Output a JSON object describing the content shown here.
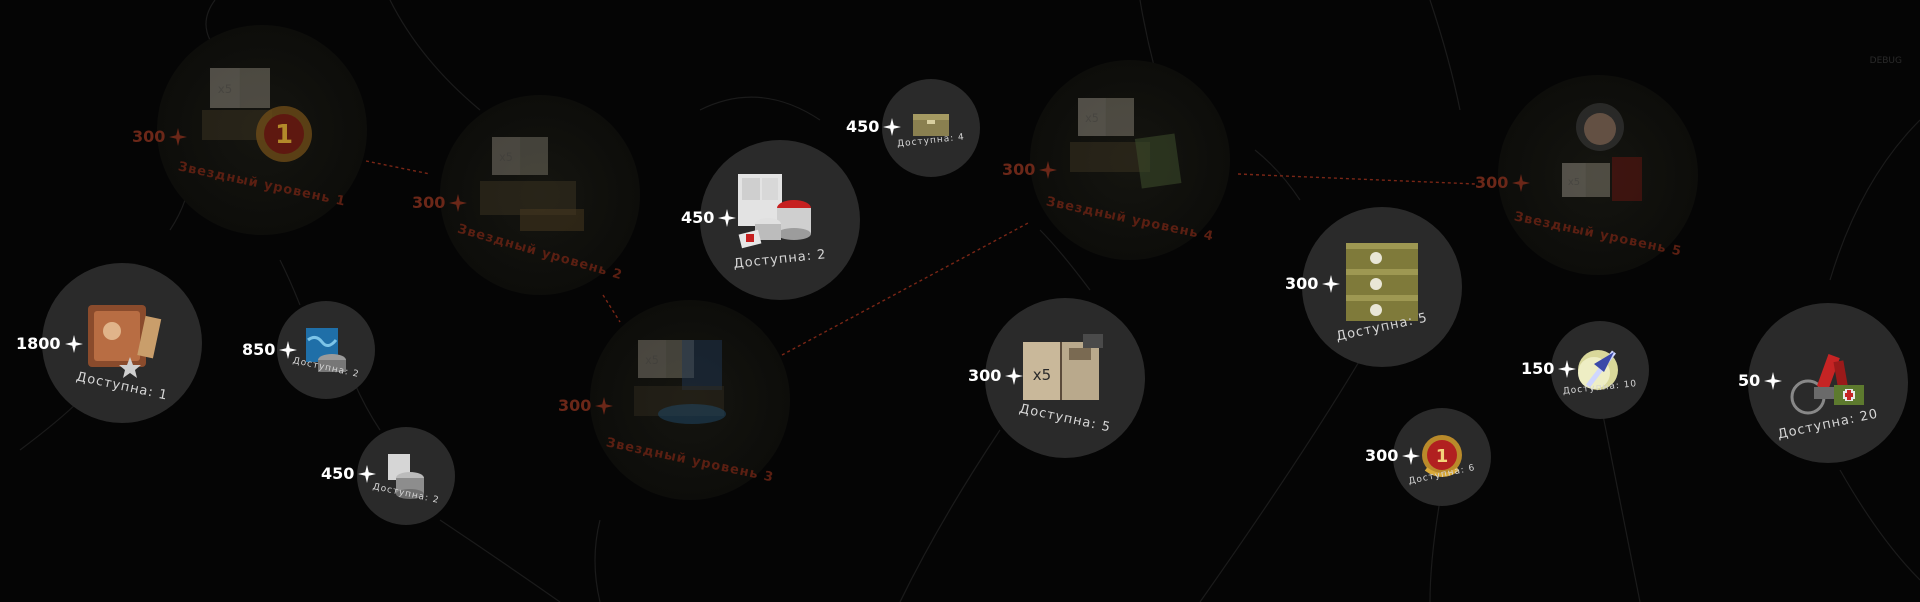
{
  "currency_icon": "star-sparkle-icon",
  "colors": {
    "background": "#050505",
    "active_node": "#2a2a2a",
    "locked_label": "#5b1f12",
    "connector_dashed": "#8a2a18",
    "cost_text": "#ffffff"
  },
  "debug_label": "DEBUG",
  "nodes": [
    {
      "id": "reward-1800",
      "cost": "1800",
      "label": "Доступна: 1",
      "state": "active",
      "icon": "style-certificate-icon"
    },
    {
      "id": "reward-850",
      "cost": "850",
      "label": "Доступна: 2",
      "state": "active",
      "icon": "camouflage-paint-icon"
    },
    {
      "id": "reward-450a",
      "cost": "450",
      "label": "Доступна: 2",
      "state": "active",
      "icon": "paint-bucket-icon"
    },
    {
      "id": "star-level-1",
      "cost": "300",
      "label": "Звездный уровень 1",
      "state": "locked",
      "icon": "booster-pack-medal-icon"
    },
    {
      "id": "star-level-2",
      "cost": "300",
      "label": "Звездный уровень 2",
      "state": "locked",
      "icon": "booster-pack-box-icon"
    },
    {
      "id": "star-level-3",
      "cost": "300",
      "label": "Звездный уровень 3",
      "state": "locked",
      "icon": "booster-pack-camo-icon"
    },
    {
      "id": "reward-450b",
      "cost": "450",
      "label": "Доступна: 2",
      "state": "active",
      "icon": "paint-kit-icon"
    },
    {
      "id": "reward-450c",
      "cost": "450",
      "label": "Доступна: 4",
      "state": "active",
      "icon": "ammo-crate-icon"
    },
    {
      "id": "star-level-4",
      "cost": "300",
      "label": "Звездный уровень 4",
      "state": "locked",
      "icon": "booster-pack-flag-icon"
    },
    {
      "id": "reward-300a",
      "cost": "300",
      "label": "Доступна: 5",
      "state": "active",
      "icon": "booster-x5-icon"
    },
    {
      "id": "reward-300b",
      "cost": "300",
      "label": "Доступна: 5",
      "state": "active",
      "icon": "crate-stack-icon"
    },
    {
      "id": "reward-300c",
      "cost": "300",
      "label": "Доступна: 6",
      "state": "active",
      "icon": "medal-1-icon"
    },
    {
      "id": "star-level-5",
      "cost": "300",
      "label": "Звездный уровень 5",
      "state": "locked",
      "icon": "booster-pack-cosmonaut-icon"
    },
    {
      "id": "reward-150",
      "cost": "150",
      "label": "Доступна: 10",
      "state": "active",
      "icon": "rocket-moon-icon"
    },
    {
      "id": "reward-50",
      "cost": "50",
      "label": "Доступна: 20",
      "state": "active",
      "icon": "consumables-kit-icon"
    }
  ]
}
